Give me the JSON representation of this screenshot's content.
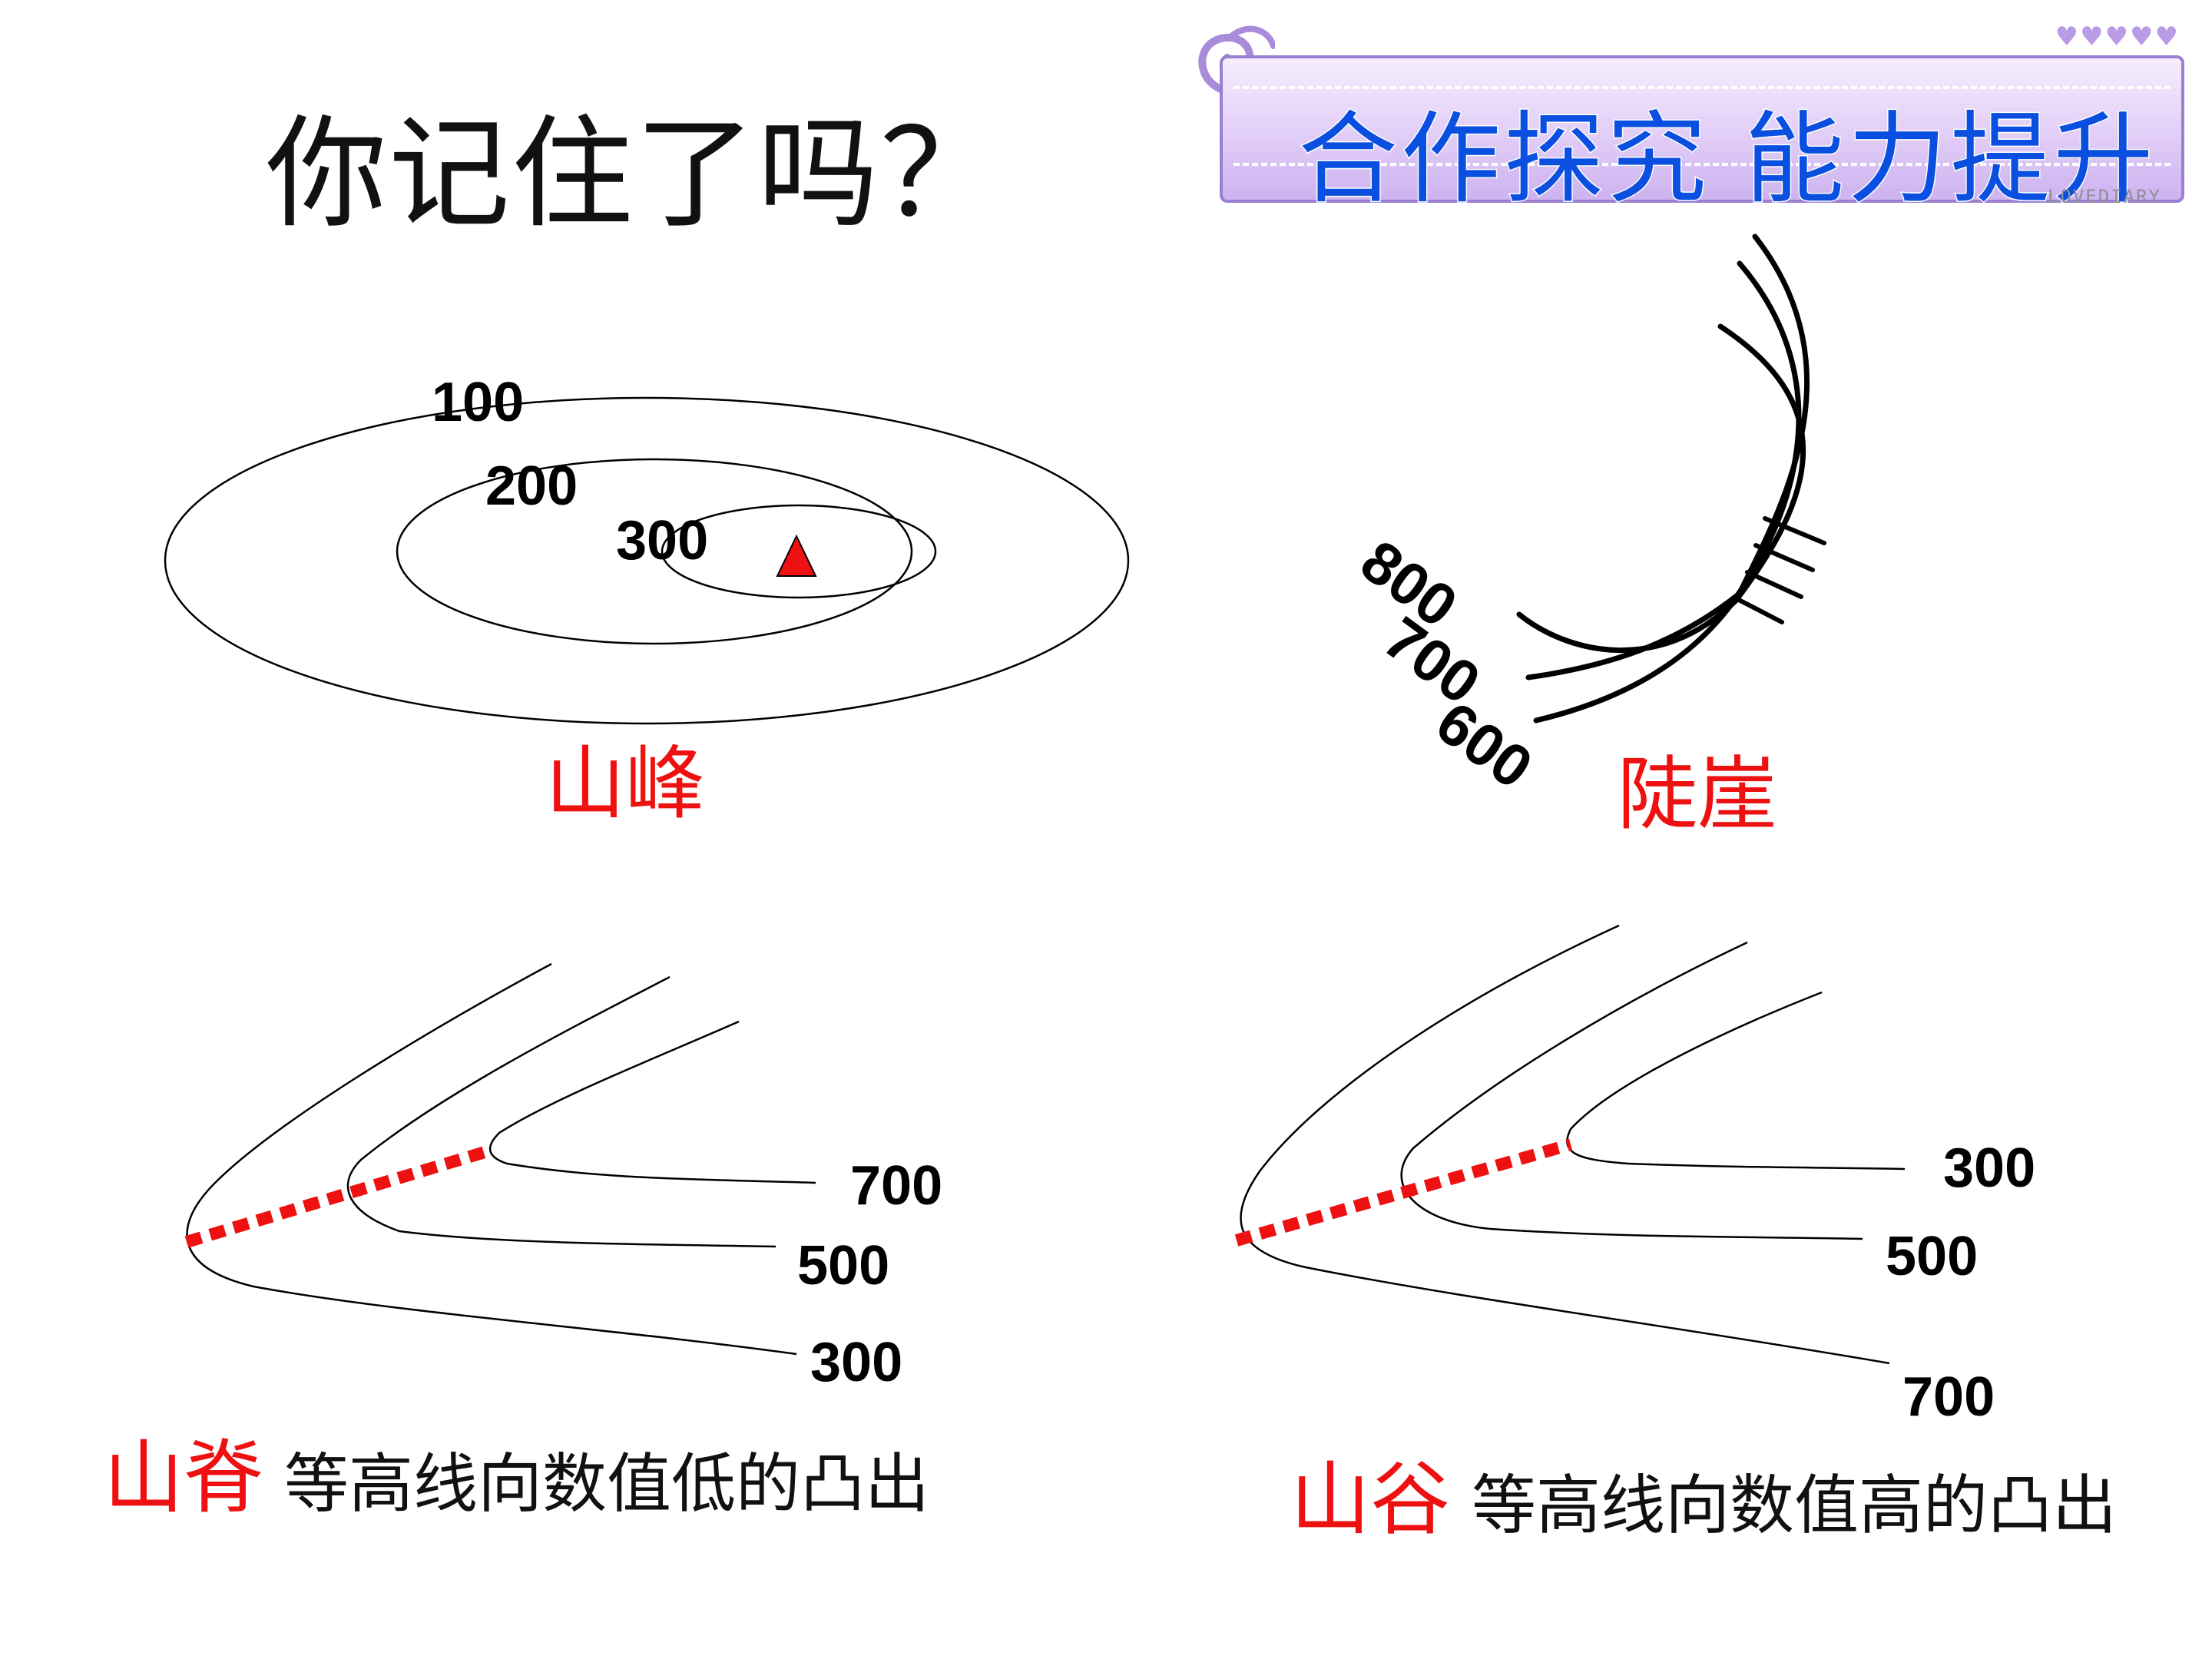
{
  "slide": {
    "title": "你记住了吗？",
    "banner": {
      "text": "合作探究  能力提升",
      "hearts": "♥♥♥♥♥",
      "brand": "LOVEDIARY"
    }
  },
  "peak": {
    "label": "山峰",
    "contours": [
      "100",
      "200",
      "300"
    ],
    "summit_symbol": "▲"
  },
  "cliff": {
    "label": "陡崖",
    "contours": [
      "800",
      "700",
      "600"
    ]
  },
  "ridge": {
    "label": "山脊",
    "description": "等高线向数值低的凸出",
    "contours": [
      "700",
      "500",
      "300"
    ]
  },
  "valley": {
    "label": "山谷",
    "description": "等高线向数值高的凸出",
    "contours": [
      "300",
      "500",
      "700"
    ]
  },
  "colors": {
    "accent_red": "#ee1111",
    "line_black": "#000000",
    "banner_blue": "#0a4fe0",
    "banner_purple": "#cdb3f0"
  }
}
